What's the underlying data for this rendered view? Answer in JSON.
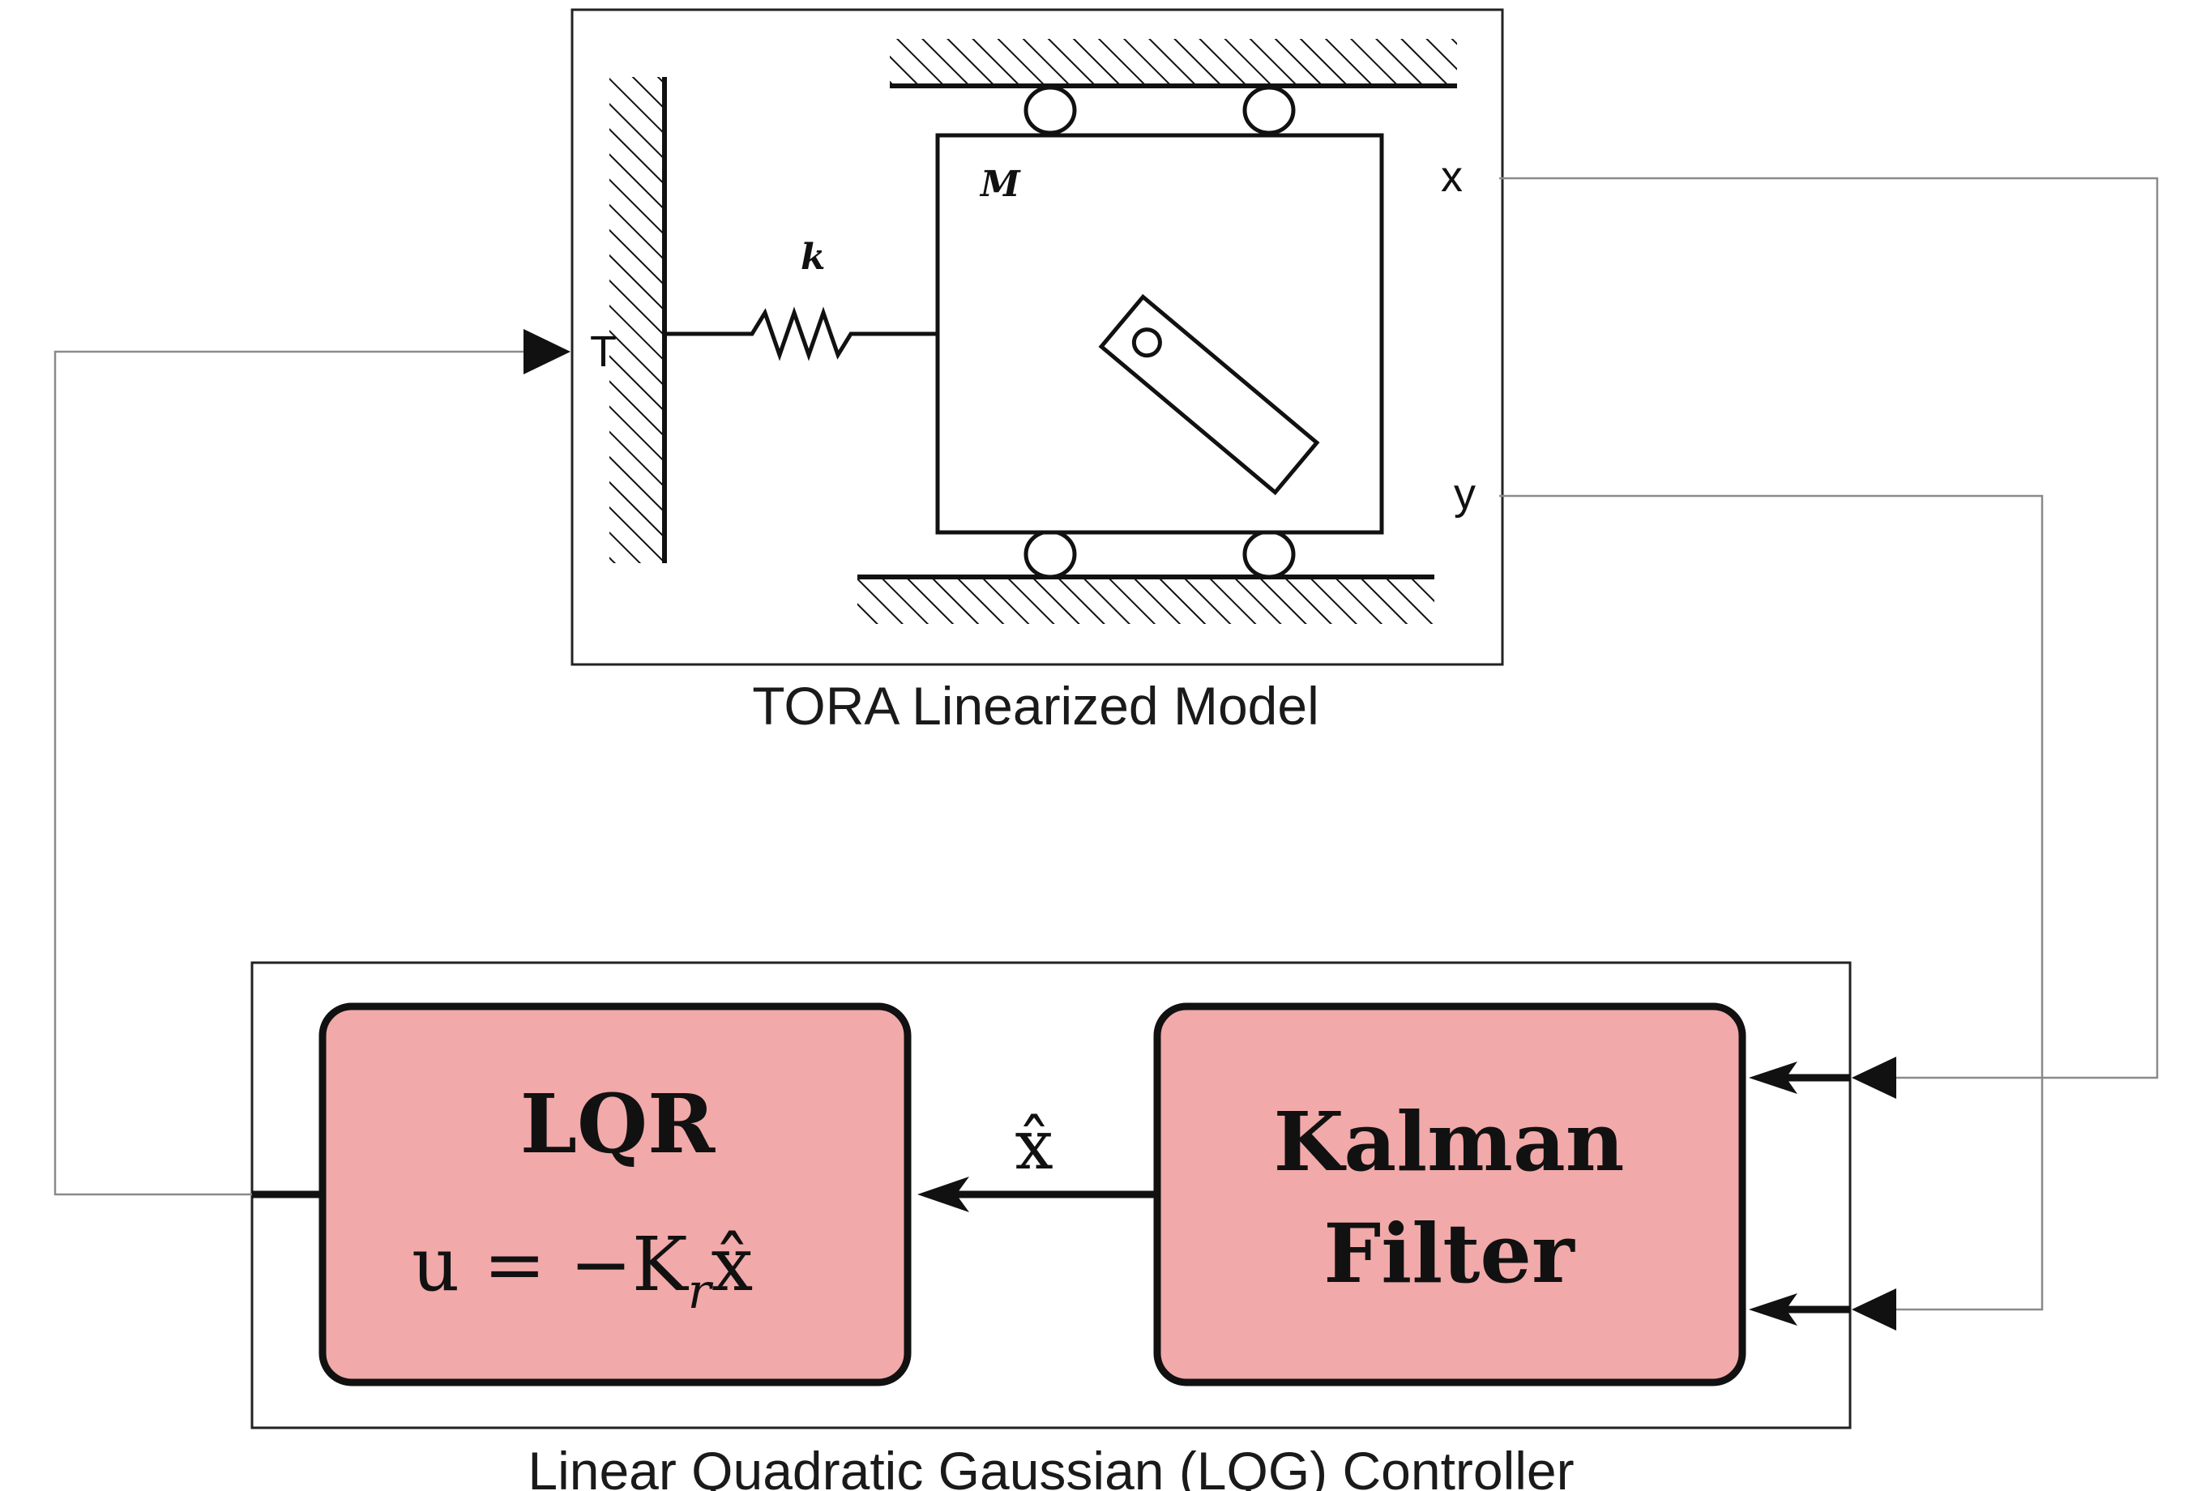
{
  "plant": {
    "title": "TORA Linearized Model",
    "mass_label": "M",
    "spring_label": "k",
    "input_port": "T",
    "output_port_x": "x",
    "output_port_y": "y"
  },
  "controller": {
    "title": "Linear Quadratic Gaussian (LQG) Controller",
    "lqr": {
      "title": "LQR",
      "law_lhs": "u = −K",
      "law_sub": "r",
      "law_rhs": "x̂"
    },
    "kalman": {
      "line1": "Kalman",
      "line2": "Filter"
    },
    "estimate_label": "x̂"
  },
  "colors": {
    "block_fill": "#f2a9a9",
    "block_stroke": "#111111",
    "wire": "#8a8a8a",
    "frame": "#222222"
  }
}
